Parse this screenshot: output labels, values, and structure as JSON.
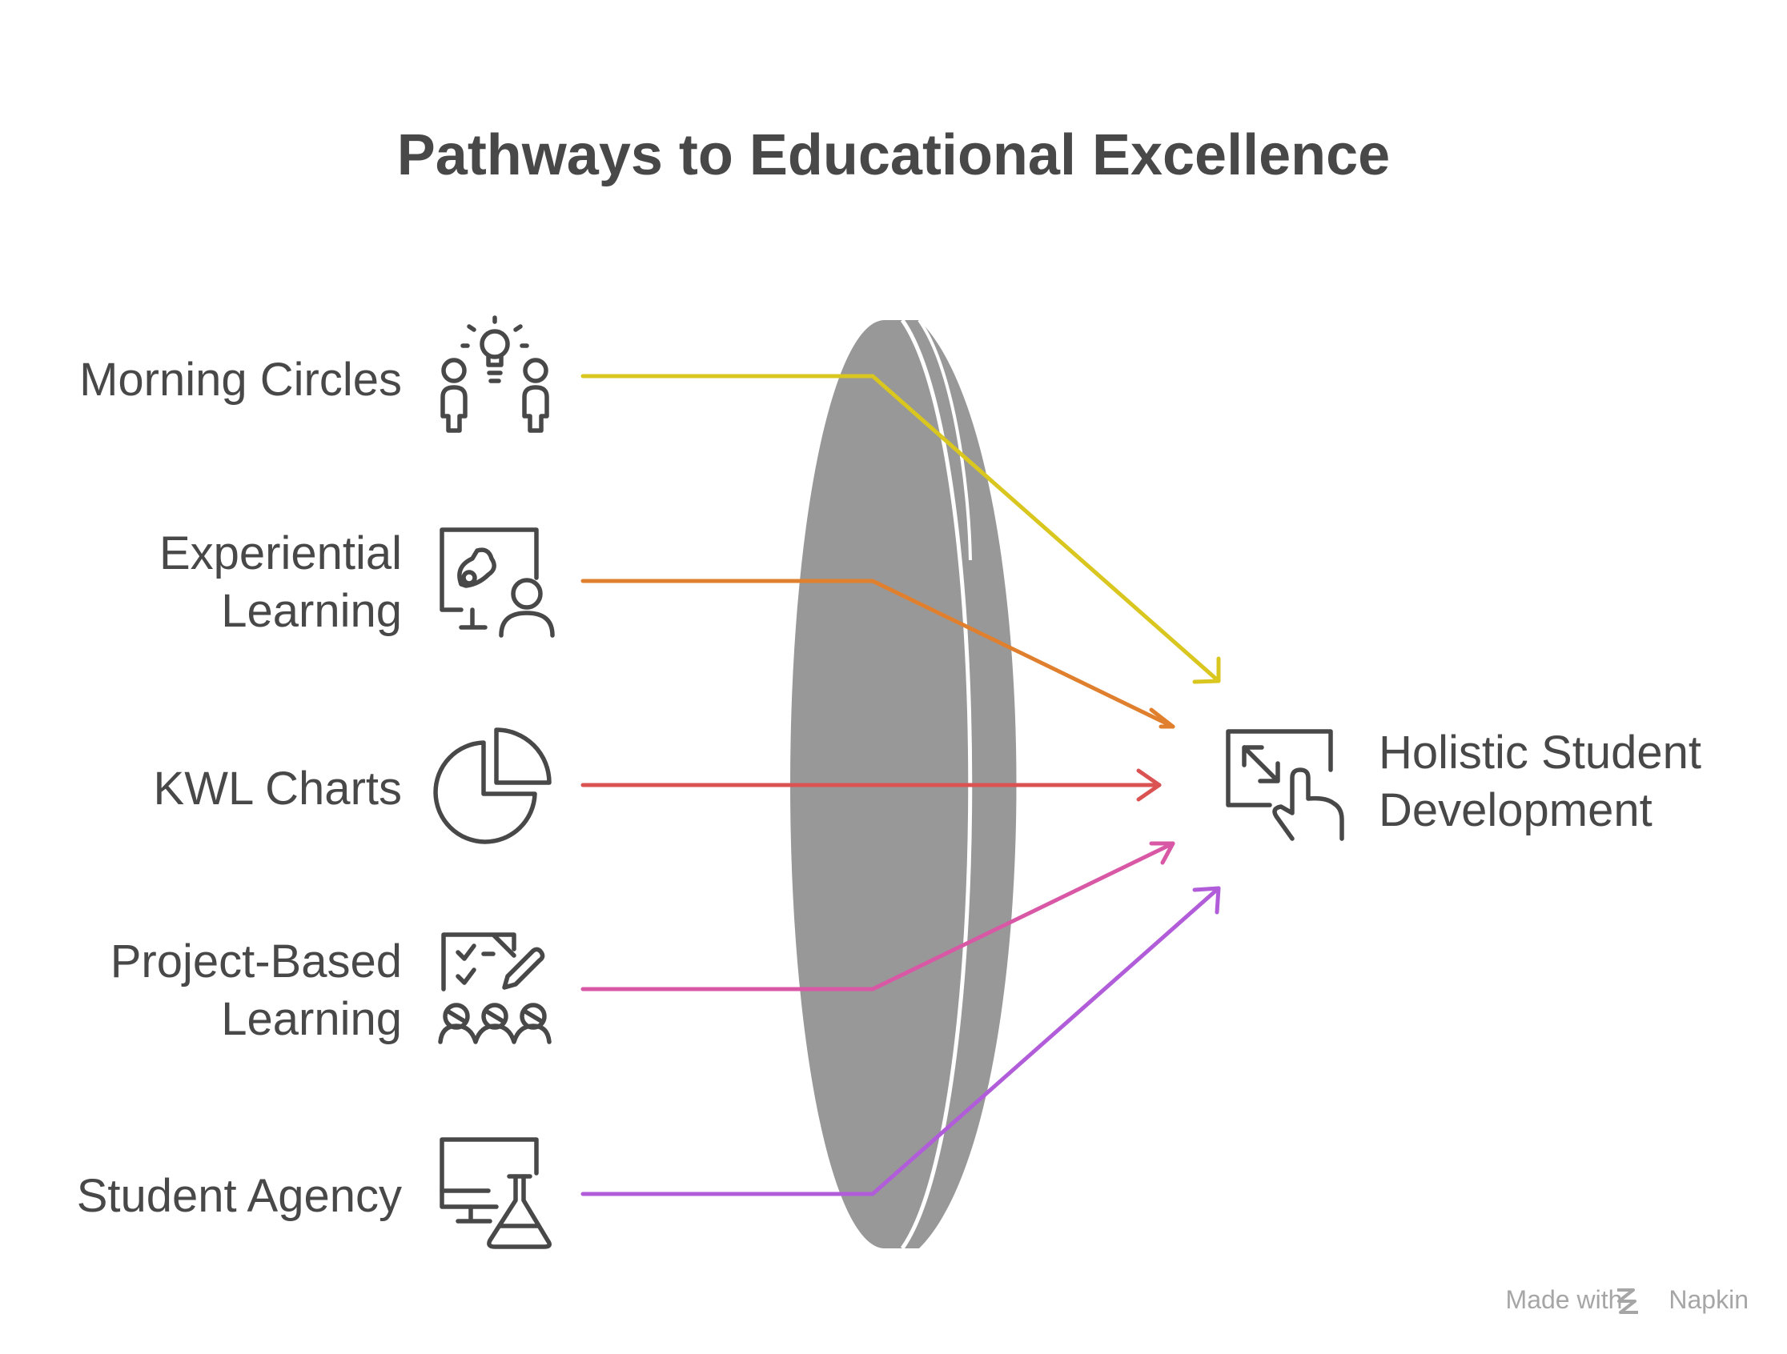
{
  "title": "Pathways to Educational Excellence",
  "sources": [
    {
      "label": "Morning Circles",
      "icon": "lightbulb-people-icon",
      "color": "#D9C61F"
    },
    {
      "label": "Experiential\nLearning",
      "icon": "presentation-icon",
      "color": "#E0802E"
    },
    {
      "label": "KWL Charts",
      "icon": "pie-chart-icon",
      "color": "#DB5252"
    },
    {
      "label": "Project-Based\nLearning",
      "icon": "checklist-team-icon",
      "color": "#D958A6"
    },
    {
      "label": "Student Agency",
      "icon": "computer-flask-icon",
      "color": "#B15CD9"
    }
  ],
  "target": {
    "label": "Holistic Student\nDevelopment",
    "icon": "expand-touch-icon"
  },
  "lens_color": "#989898",
  "icon_color": "#484848",
  "footer": {
    "prefix": "Made with",
    "brand": "Napkin",
    "icon": "napkin-logo-icon"
  }
}
